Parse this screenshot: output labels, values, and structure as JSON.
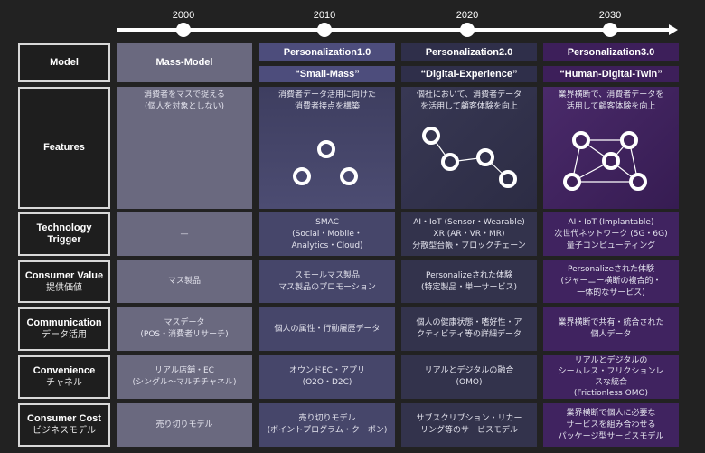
{
  "timeline": {
    "years": [
      "2000",
      "2010",
      "2020",
      "2030"
    ]
  },
  "rows": {
    "model": {
      "label": "Model"
    },
    "features": {
      "label": "Features"
    },
    "technology": {
      "label": "Technology\nTrigger"
    },
    "value": {
      "label": "Consumer Value",
      "sub": "提供価値"
    },
    "communication": {
      "label": "Communication",
      "sub": "データ活用"
    },
    "convenience": {
      "label": "Convenience",
      "sub": "チャネル"
    },
    "cost": {
      "label": "Consumer Cost",
      "sub": "ビジネスモデル"
    }
  },
  "columns": [
    {
      "model": "Mass-Model",
      "features": "消費者をマスで捉える\n(個人を対象としない)",
      "technology": "—",
      "value": "マス製品",
      "communication": "マスデータ\n(POS・消費者リサーチ)",
      "convenience": "リアル店舗・EC\n(シングル〜マルチチャネル)",
      "cost": "売り切りモデル"
    },
    {
      "model": "Personalization1.0",
      "tagline": "“Small-Mass”",
      "features": "消費者データ活用に向けた\n消費者接点を構築",
      "technology": "SMAC\n(Social・Mobile・\nAnalytics・Cloud)",
      "value": "スモールマス製品\nマス製品のプロモーション",
      "communication": "個人の属性・行動履歴データ",
      "convenience": "オウンドEC・アプリ\n(O2O・D2C)",
      "cost": "売り切りモデル\n(ポイントプログラム・クーポン)"
    },
    {
      "model": "Personalization2.0",
      "tagline": "“Digital-Experience”",
      "features": "個社において、消費者データ\nを活用して顧客体験を向上",
      "technology": "AI・IoT (Sensor・Wearable)\nXR (AR・VR・MR)\n分散型台帳・ブロックチェーン",
      "value": "Personalizeされた体験\n(特定製品・単一サービス)",
      "communication": "個人の健康状態・嗜好性・ア\nクティビティ等の詳細データ",
      "convenience": "リアルとデジタルの融合\n(OMO)",
      "cost": "サブスクリプション・リカー\nリング等のサービスモデル"
    },
    {
      "model": "Personalization3.0",
      "tagline": "“Human-Digital-Twin”",
      "features": "業界横断で、消費者データを\n活用して顧客体験を向上",
      "technology": "AI・IoT (Implantable)\n次世代ネットワーク (5G・6G)\n量子コンピューティング",
      "value": "Personalizeされた体験\n(ジャーニー横断の複合的・\n一体的なサービス)",
      "communication": "業界横断で共有・統合された\n個人データ",
      "convenience": "リアルとデジタルの\nシームレス・フリクションレ\nスな統合\n(Frictionless OMO)",
      "cost": "業界横断で個人に必要な\nサービスを組み合わせる\nパッケージ型サービスモデル"
    }
  ]
}
